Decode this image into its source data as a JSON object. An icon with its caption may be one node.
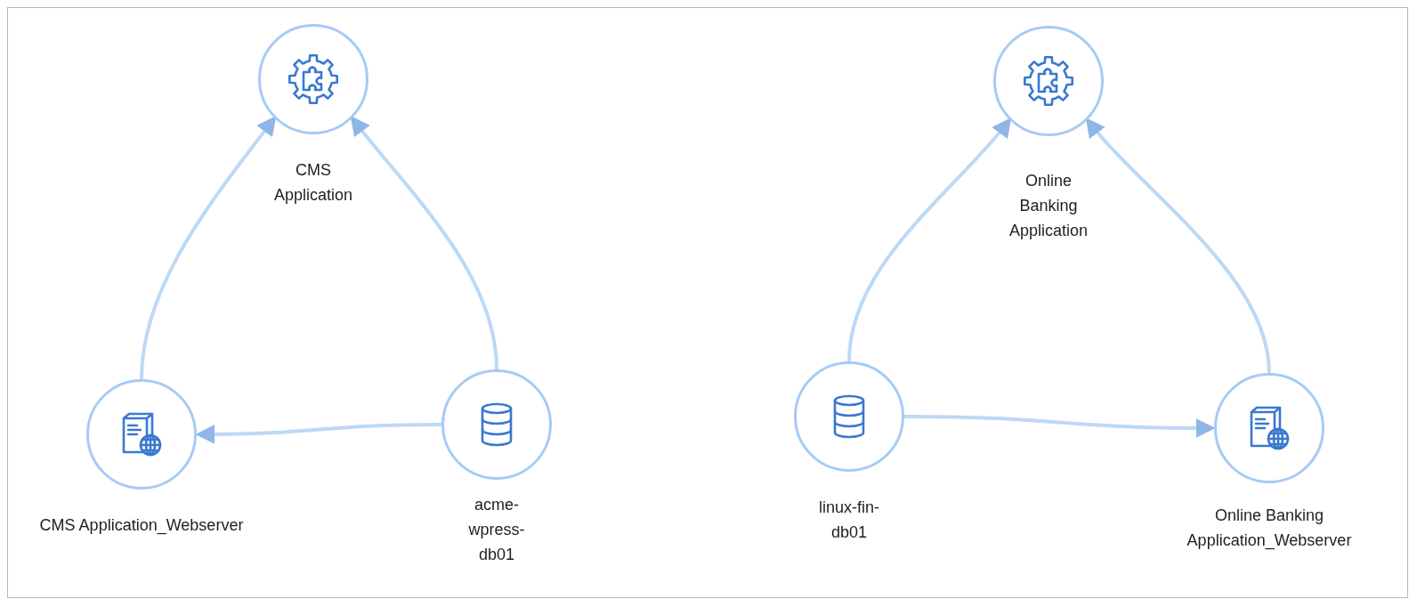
{
  "diagram": {
    "nodes": [
      {
        "text": [
          "CMS Application"
        ]
      },
      {
        "text": [
          "CMS Application_Webserver"
        ]
      },
      {
        "text": [
          "acme-wpress-db01"
        ]
      },
      {
        "text": [
          "Online Banking Application"
        ]
      },
      {
        "text": [
          "linux-fin-db01"
        ]
      },
      {
        "text": [
          "Online Banking Application_Webserver"
        ]
      }
    ],
    "edges": [
      {
        "from": 1,
        "to": 0,
        "arrow": "to"
      },
      {
        "from": 2,
        "to": 0,
        "arrow": "to"
      },
      {
        "from": 2,
        "to": 1,
        "arrow": "to"
      },
      {
        "from": 4,
        "to": 3,
        "arrow": "to"
      },
      {
        "from": 5,
        "to": 3,
        "arrow": "to"
      },
      {
        "from": 4,
        "to": 5,
        "arrow": "to"
      }
    ]
  }
}
